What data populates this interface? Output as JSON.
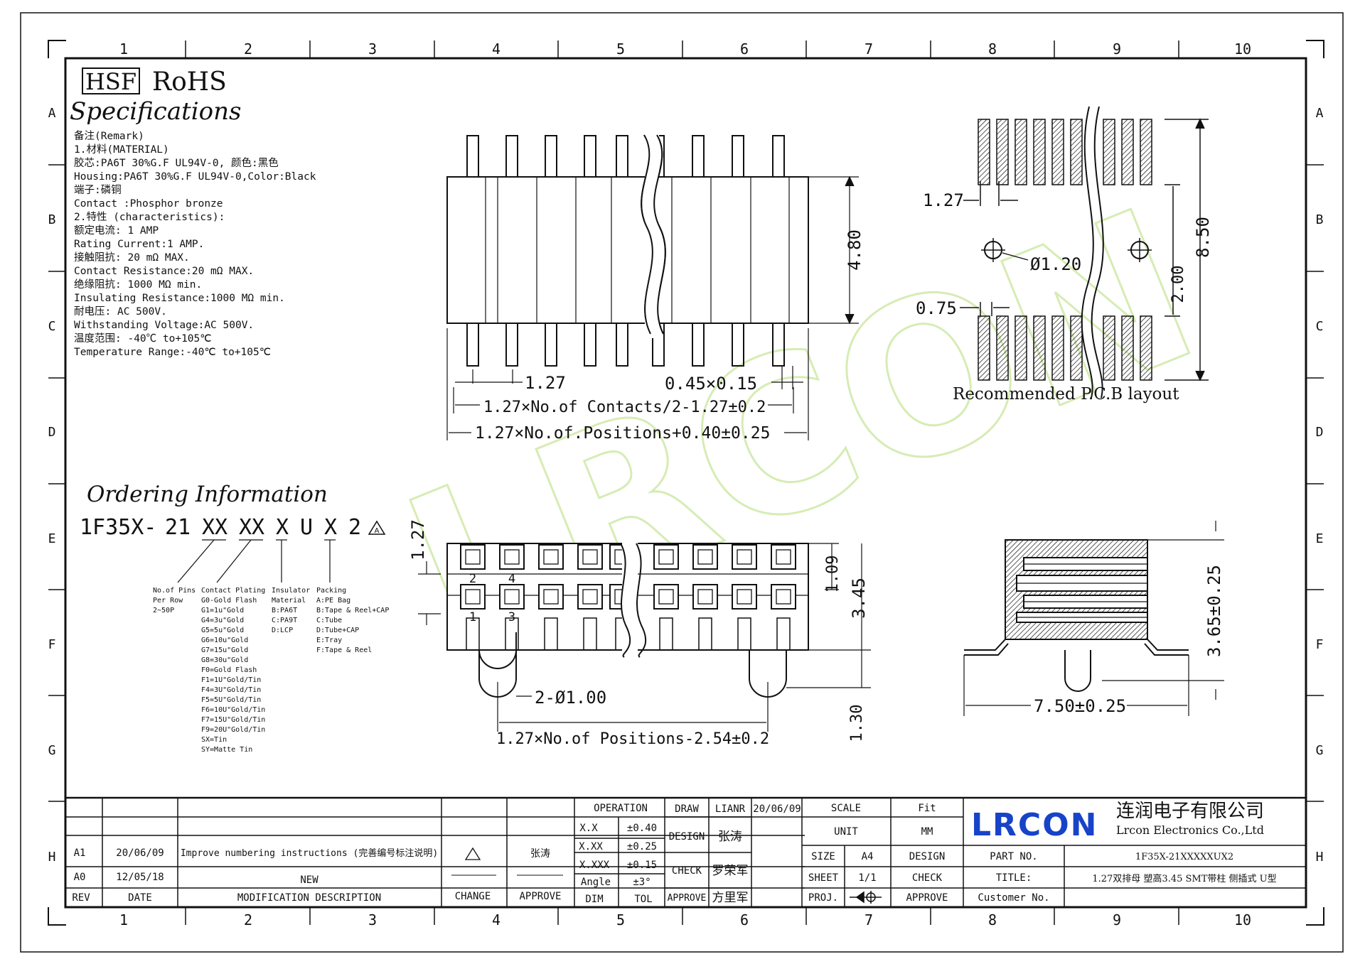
{
  "header": {
    "hsf": "HSF",
    "rohs": "RoHS",
    "specifications": "Specifications"
  },
  "zone_columns": [
    "1",
    "2",
    "3",
    "4",
    "5",
    "6",
    "7",
    "8",
    "9",
    "10"
  ],
  "zone_rows": [
    "A",
    "B",
    "C",
    "D",
    "E",
    "F",
    "G",
    "H"
  ],
  "remarks": [
    "备注(Remark)",
    "1.材料(MATERIAL)",
    "胶芯:PA6T 30%G.F UL94V-0, 颜色:黑色",
    "Housing:PA6T 30%G.F UL94V-0,Color:Black",
    "端子:磷铜",
    "Contact :Phosphor bronze",
    "2.特性 (characteristics):",
    "额定电流: 1 AMP",
    "Rating Current:1 AMP.",
    "接触阻抗: 20 mΩ MAX.",
    "Contact Resistance:20 mΩ MAX.",
    "绝缘阻抗: 1000 MΩ min.",
    "Insulating Resistance:1000 MΩ  min.",
    "耐电压: AC 500V.",
    "Withstanding Voltage:AC 500V.",
    "温度范围: -40℃ to+105℃",
    "Temperature Range:-40℃ to+105℃"
  ],
  "front_view": {
    "dim_height": "4.80",
    "dim_pitch": "1.27",
    "dim_pin": "0.45×0.15",
    "dim_contacts": "1.27×No.of Contacts/2-1.27±0.2",
    "dim_positions": "1.27×No.of.Positions+0.40±0.25"
  },
  "pcb_layout": {
    "dim_pitch": "1.27",
    "dim_hole": "Ø1.20",
    "dim_pad": "0.75",
    "dim_gap": "2.00",
    "dim_total": "8.50",
    "caption": "Recommended P.C.B layout"
  },
  "ordering": {
    "title": "Ordering Information",
    "code": [
      "1F35X-",
      "21",
      "XX",
      "XX",
      "X",
      "U",
      "X",
      "2"
    ],
    "rev_mark": "A",
    "no_of_pins": [
      "No.of Pins",
      "Per Row",
      "2~50P"
    ],
    "contact_plating": [
      "Contact Plating",
      "G0-Gold Flash",
      "G1=1u\"Gold",
      "G4=3u\"Gold",
      "G5=5u\"Gold",
      "G6=10u\"Gold",
      "G7=15u\"Gold",
      "G8=30u\"Gold",
      "F0=Gold Flash",
      "F1=1U\"Gold/Tin",
      "F4=3U\"Gold/Tin",
      "F5=5U\"Gold/Tin",
      "F6=10U\"Gold/Tin",
      "F7=15U\"Gold/Tin",
      "F9=20U\"Gold/Tin",
      "SX=Tin",
      "SY=Matte Tin"
    ],
    "insulator": [
      "Insulator",
      "Material",
      "B:PA6T",
      "C:PA9T",
      "D:LCP"
    ],
    "packing": [
      "Packing",
      "A:PE Bag",
      "B:Tape & Reel+CAP",
      "C:Tube",
      "D:Tube+CAP",
      "E:Tray",
      "F:Tape & Reel"
    ]
  },
  "top_view": {
    "dim_pitch_v": "1.27",
    "dim_109": "1.09",
    "dim_345": "3.45",
    "dim_130": "1.30",
    "dim_post": "2-Ø1.00",
    "dim_positions": "1.27×No.of Positions-2.54±0.2",
    "pin_labels_top": [
      "2",
      "4"
    ],
    "pin_labels_bottom": [
      "1",
      "3"
    ]
  },
  "side_view": {
    "dim_height": "3.65±0.25",
    "dim_width": "7.50±0.25"
  },
  "watermark": "LRCON",
  "title_block": {
    "revisions": [
      {
        "rev": "A1",
        "date": "20/06/09",
        "desc": "Improve numbering instructions (完善编号标注说明)",
        "change": "△",
        "approve": "张涛"
      },
      {
        "rev": "A0",
        "date": "12/05/18",
        "desc": "NEW",
        "change": "",
        "approve": ""
      }
    ],
    "rev_headers": {
      "rev": "REV",
      "date": "DATE",
      "desc": "MODIFICATION DESCRIPTION",
      "change": "CHANGE",
      "approve": "APPROVE"
    },
    "operation": "OPERATION",
    "tolerances": [
      {
        "dim": "X.X",
        "tol": "±0.40"
      },
      {
        "dim": "X.XX",
        "tol": "±0.25"
      },
      {
        "dim": "X.XXX",
        "tol": "±0.15"
      },
      {
        "dim": "Angle",
        "tol": "±3°"
      }
    ],
    "tol_headers": {
      "dim": "DIM",
      "tol": "TOL"
    },
    "draw_label": "DRAW",
    "draw_name": "LIANR",
    "draw_date": "20/06/09",
    "design_label": "DESIGN",
    "design_name": "张涛",
    "check_label": "CHECK",
    "check_name": "罗荣军",
    "approve_label": "APPROVE",
    "approve_name": "方里军",
    "scale_label": "SCALE",
    "scale_value": "Fit",
    "unit_label": "UNIT",
    "unit_value": "MM",
    "size_label": "SIZE",
    "size_value": "A4",
    "sheet_label": "SHEET",
    "sheet_value": "1/1",
    "proj_label": "PROJ.",
    "design2": "DESIGN",
    "check2": "CHECK",
    "approve2": "APPROVE",
    "logo": "LRCON",
    "company_cn": "连润电子有限公司",
    "company_en": "Lrcon Electronics Co.,Ltd",
    "part_no_label": "PART NO.",
    "part_no_value": "1F35X-21XXXXXUX2",
    "title_label": "TITLE:",
    "title_value": "1.27双排母 塑高3.45 SMT带柱 侧插式 U型",
    "customer_label": "Customer No."
  }
}
